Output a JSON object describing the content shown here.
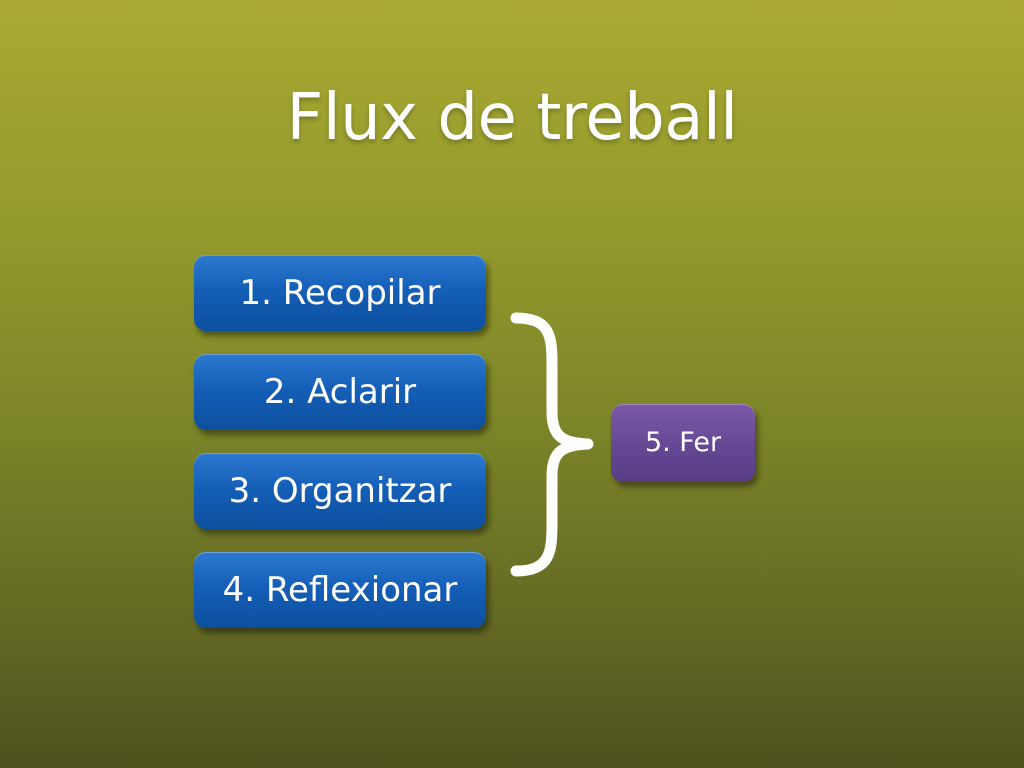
{
  "title": "Flux de treball",
  "steps": [
    {
      "label": "1. Recopilar"
    },
    {
      "label": "2. Aclarir"
    },
    {
      "label": "3. Organitzar"
    },
    {
      "label": "4. Reflexionar"
    }
  ],
  "final_step": {
    "label": "5. Fer"
  },
  "colors": {
    "background_top": "#aaa932",
    "background_bottom": "#4f511e",
    "step_box": "#155fb8",
    "final_box": "#654894",
    "text": "#ffffff"
  }
}
